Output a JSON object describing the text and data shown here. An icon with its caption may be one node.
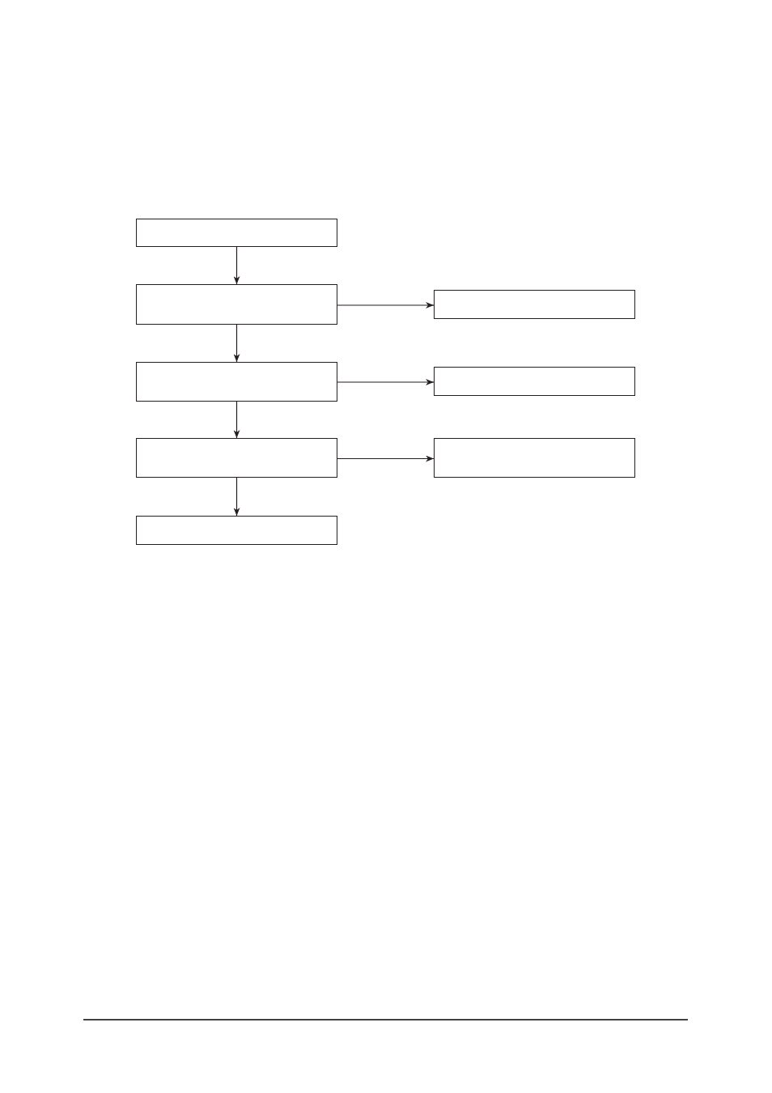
{
  "diagram": {
    "nodes": [
      {
        "text": [],
        "shape": "box"
      },
      {
        "text": [],
        "shape": "box"
      },
      {
        "text": [],
        "shape": "box"
      },
      {
        "text": [],
        "shape": "box"
      },
      {
        "text": [],
        "shape": "box"
      },
      {
        "text": [],
        "shape": "box"
      },
      {
        "text": [],
        "shape": "box"
      },
      {
        "text": [],
        "shape": "box"
      }
    ],
    "edges": [
      {
        "from": 0,
        "to": 1,
        "arrow": "to"
      },
      {
        "from": 1,
        "to": 2,
        "arrow": "to"
      },
      {
        "from": 1,
        "to": 3,
        "arrow": "to"
      },
      {
        "from": 3,
        "to": 4,
        "arrow": "to"
      },
      {
        "from": 3,
        "to": 5,
        "arrow": "to"
      },
      {
        "from": 5,
        "to": 6,
        "arrow": "to"
      },
      {
        "from": 5,
        "to": 7,
        "arrow": "to"
      }
    ]
  }
}
